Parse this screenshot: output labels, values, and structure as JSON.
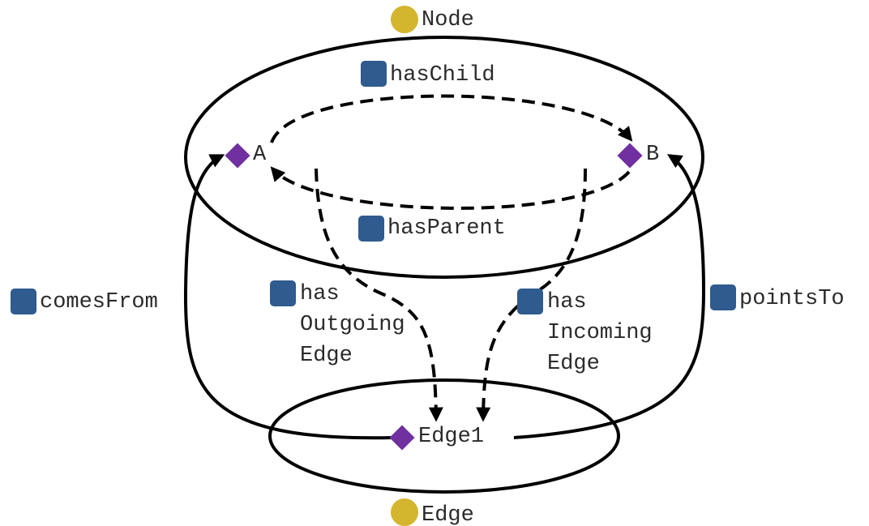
{
  "classes": {
    "node": "Node",
    "edge": "Edge"
  },
  "instances": {
    "a": "A",
    "b": "B",
    "edge1": "Edge1"
  },
  "properties": {
    "has_child": "hasChild",
    "has_parent": "hasParent",
    "comes_from": "comesFrom",
    "points_to": "pointsTo",
    "has_outgoing_edge": [
      "has",
      "Outgoing",
      "Edge"
    ],
    "has_incoming_edge": [
      "has",
      "Incoming",
      "Edge"
    ]
  },
  "colors": {
    "class_marker": "#D4B52E",
    "instance_marker": "#7030A0",
    "property_marker": "#2F5B8E",
    "line": "#000000",
    "text": "#2b2b2b"
  },
  "icons": {
    "class": "gold-circle-icon",
    "instance": "purple-diamond-icon",
    "property": "blue-square-icon"
  }
}
